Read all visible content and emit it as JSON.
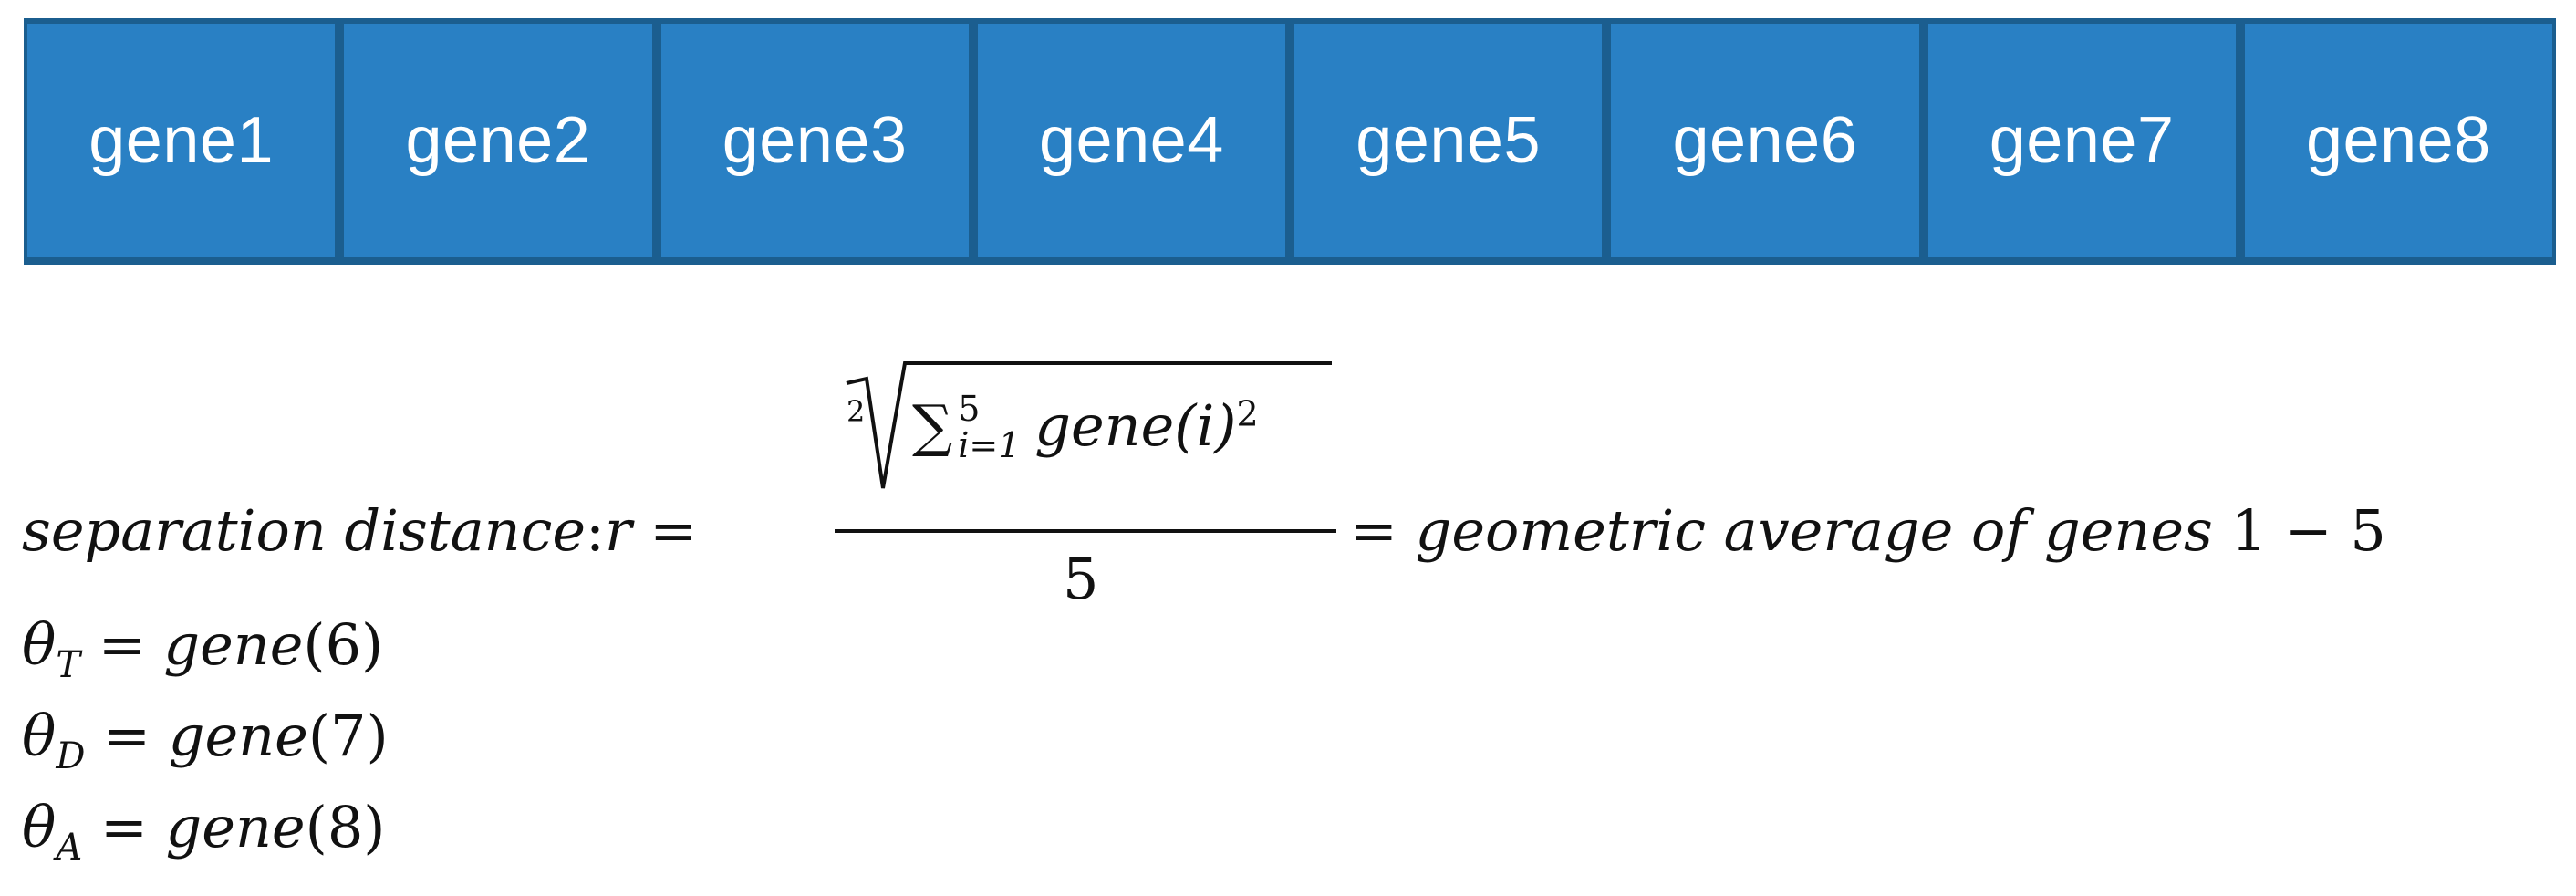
{
  "genes": [
    "gene1",
    "gene2",
    "gene3",
    "gene4",
    "gene5",
    "gene6",
    "gene7",
    "gene8"
  ],
  "formula": {
    "lhs": "separation distance",
    "colon": ":",
    "var_r": "r",
    "eq": "=",
    "root_index": "2",
    "sum_symbol": "∑",
    "sum_upper": "5",
    "sum_lower": "i=1",
    "sum_term": "gene",
    "sum_arg": "(i)",
    "sum_exp": "2",
    "denominator": "5",
    "rhs_eq": "=",
    "rhs_text": "geometric average of genes",
    "rhs_range": "1 − 5"
  },
  "thetas": [
    {
      "symbol": "θ",
      "sub": "T",
      "eq": "=",
      "fn": "gene",
      "arg": "(6)"
    },
    {
      "symbol": "θ",
      "sub": "D",
      "eq": "=",
      "fn": "gene",
      "arg": "(7)"
    },
    {
      "symbol": "θ",
      "sub": "A",
      "eq": "=",
      "fn": "gene",
      "arg": "(8)"
    }
  ]
}
